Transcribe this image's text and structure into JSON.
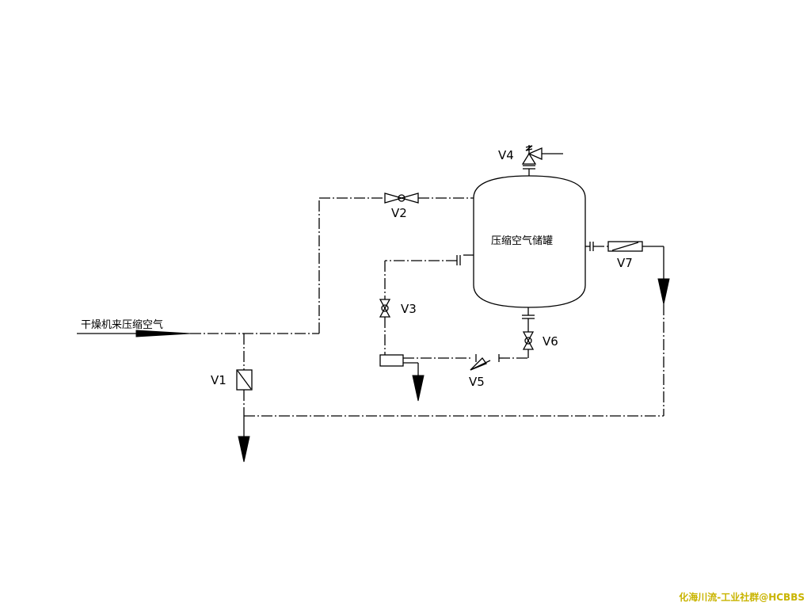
{
  "diagram": {
    "inlet_label": "干燥机来压缩空气",
    "tank_label": "压缩空气储罐",
    "valves": {
      "v1": "V1",
      "v2": "V2",
      "v3": "V3",
      "v4": "V4",
      "v5": "V5",
      "v6": "V6",
      "v7": "V7"
    }
  },
  "watermark": "化海川流-工业社群@HCBBS"
}
